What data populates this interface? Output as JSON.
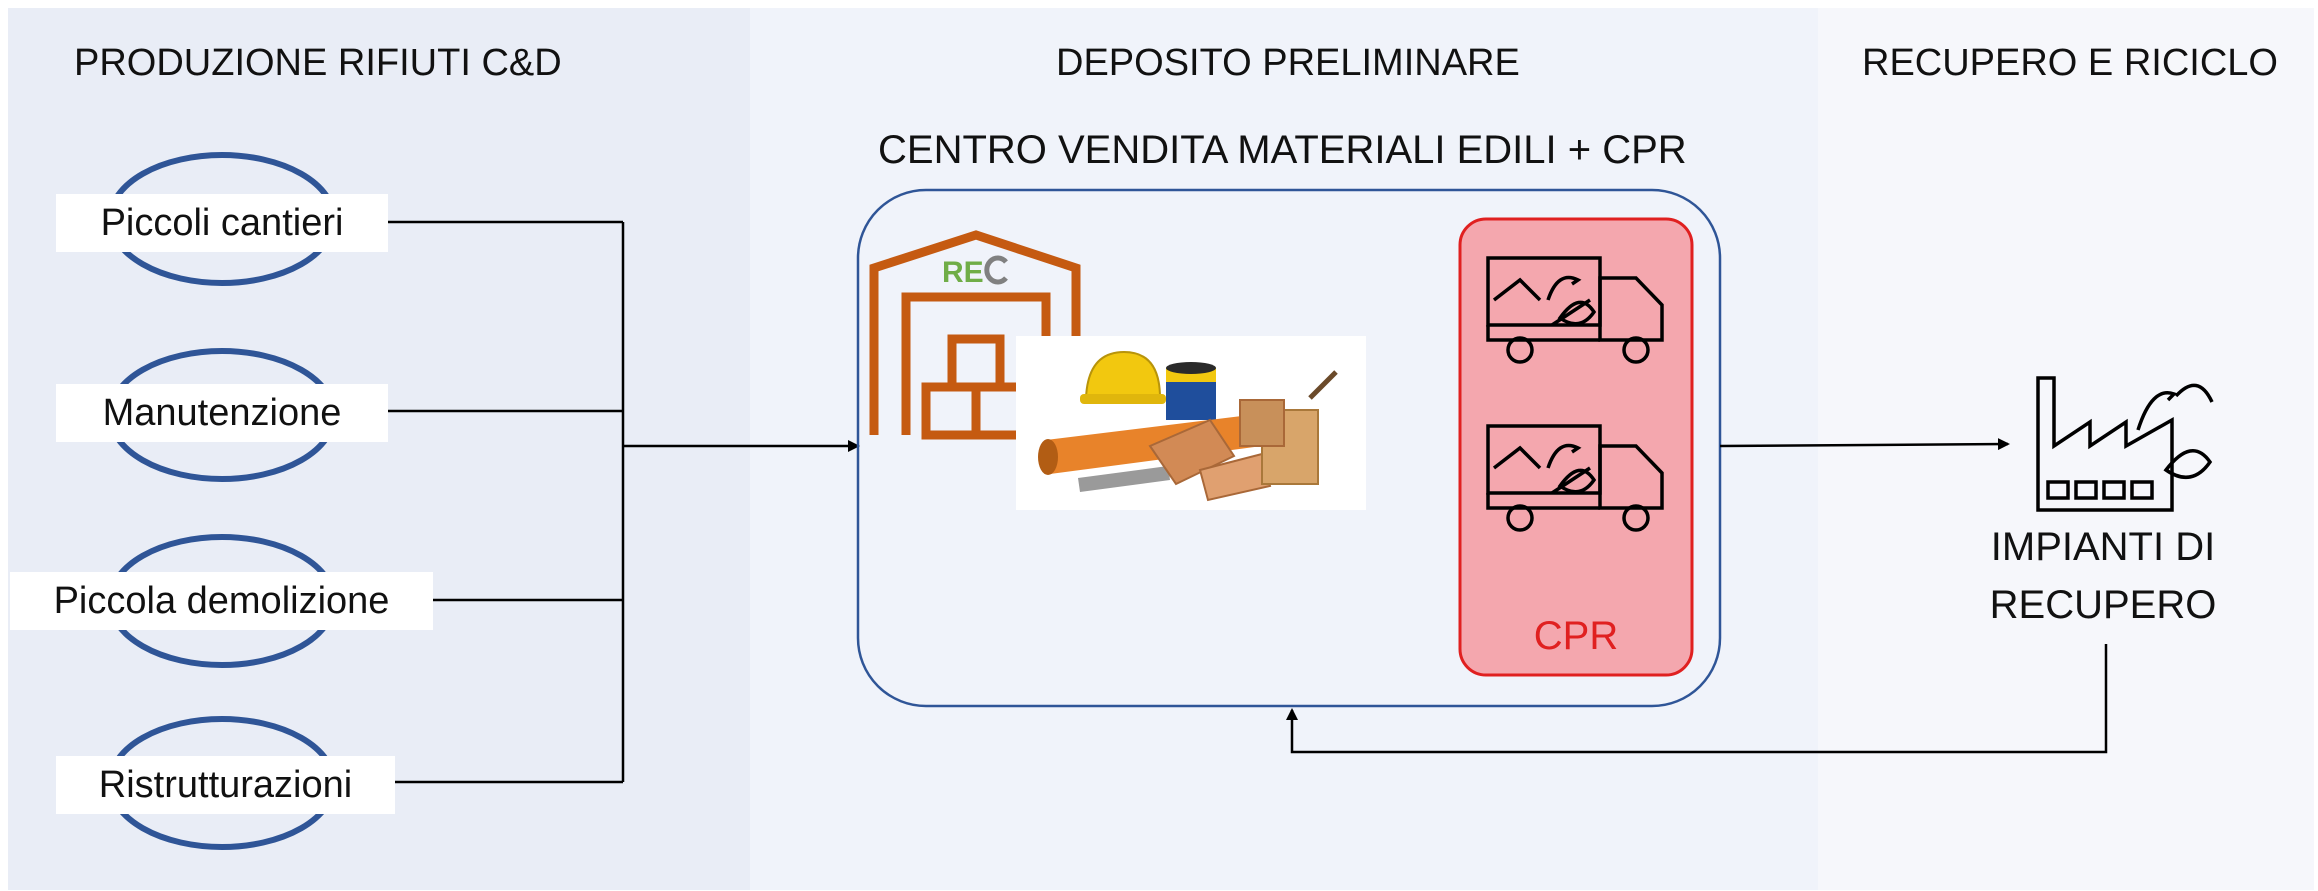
{
  "columns": {
    "production": {
      "title": "PRODUZIONE RIFIUTI C&D"
    },
    "storage": {
      "title": "DEPOSITO PRELIMINARE"
    },
    "recovery": {
      "title": "RECUPERO E RICICLO"
    }
  },
  "sources": [
    {
      "label": "Piccoli cantieri"
    },
    {
      "label": "Manutenzione"
    },
    {
      "label": "Piccola demolizione"
    },
    {
      "label": "Ristrutturazioni"
    }
  ],
  "center": {
    "title": "CENTRO VENDITA MATERIALI EDILI + CPR",
    "logo_text": "REC",
    "cpr_label": "CPR"
  },
  "plant": {
    "label_line1": "IMPIANTI DI",
    "label_line2": "RECUPERO"
  },
  "colors": {
    "band_left": "#e9edf6",
    "band_middle": "#f0f3fa",
    "band_right": "#f6f7fb",
    "ellipse_stroke": "#2f5597",
    "center_box_stroke": "#2f5597",
    "cpr_fill": "#f4a7ae",
    "cpr_stroke": "#e02020",
    "warehouse": "#c55a11",
    "logo_green": "#70ad47",
    "logo_gray": "#808080"
  },
  "icons": {
    "warehouse": "warehouse-icon",
    "materials": "building-materials-image",
    "truck": "recycling-truck-icon",
    "factory": "recycling-factory-icon"
  }
}
